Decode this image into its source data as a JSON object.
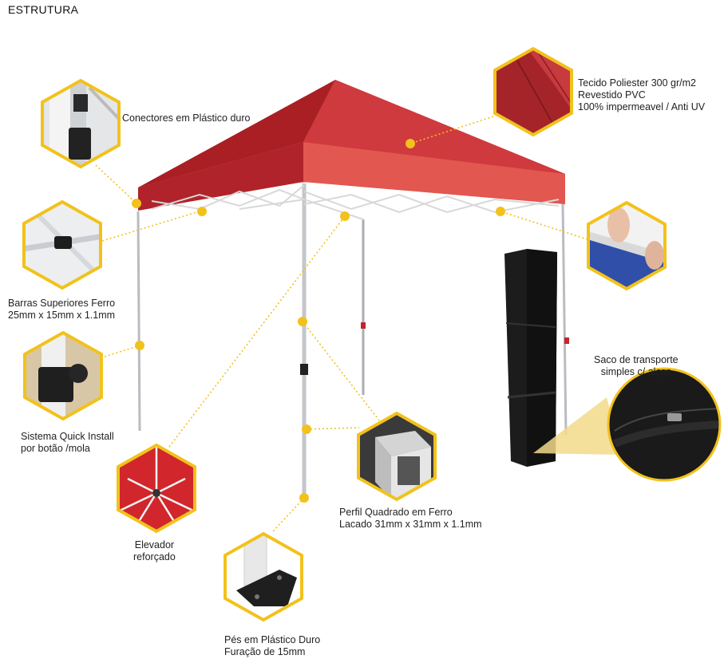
{
  "title": "ESTRUTURA",
  "features": {
    "connectors": {
      "line1": "Conectores em Plástico duro"
    },
    "fabric": {
      "line1": "Tecido Poliester 300 gr/m2",
      "line2": "Revestido PVC",
      "line3": "100% impermeavel / Anti UV"
    },
    "upper_bars": {
      "line1": "Barras Superiores Ferro",
      "line2": "25mm x 15mm x 1.1mm"
    },
    "quick_install": {
      "line1": "Sistema Quick Install",
      "line2": "por botão /mola"
    },
    "bag": {
      "line1": "Saco de transporte",
      "line2": "simples c/ alças"
    },
    "lift": {
      "line1": "Elevador",
      "line2": "reforçado"
    },
    "profile": {
      "line1": "Perfil Quadrado em Ferro",
      "line2": "Lacado 31mm x 31mm x 1.1mm"
    },
    "feet": {
      "line1": "Pés em Plástico Duro",
      "line2": "Furação de 15mm"
    }
  },
  "colors": {
    "accent": "#f2c21b",
    "canopy": "#c0262b",
    "canopy_dark": "#9b1d21",
    "frame": "#b9bcc0",
    "bag": "#1a1a1a",
    "fabric_blue": "#2f4fa8"
  }
}
